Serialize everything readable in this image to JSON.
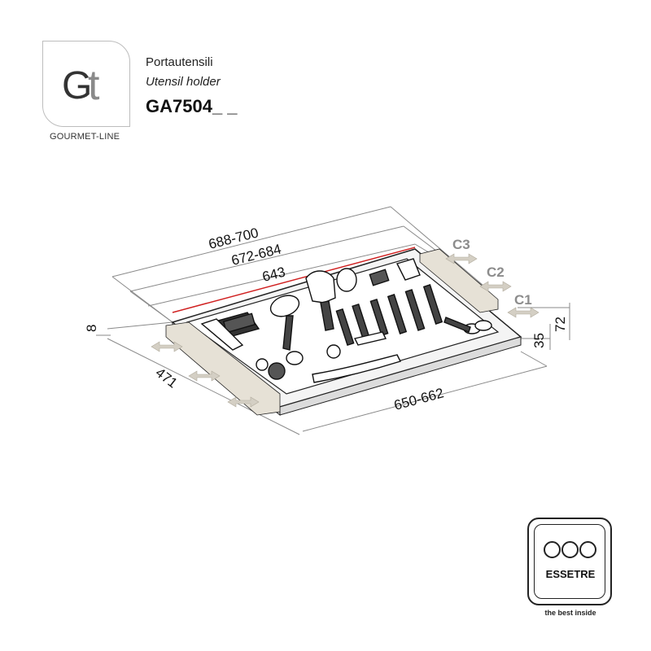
{
  "header": {
    "brand_mark_left": "G",
    "brand_mark_right": "t",
    "brand_name": "GOURMET-LINE",
    "title_it": "Portautensili",
    "title_en": "Utensil holder",
    "product_code": "GA7504_ _"
  },
  "dimensions": {
    "overall_width": "688-700",
    "inner_width": "672-684",
    "tray_width": "643",
    "front_width": "650-662",
    "depth": "471",
    "thickness": "8",
    "height_low": "35",
    "height_high": "72"
  },
  "clearances": {
    "c1": "C1",
    "c2": "C2",
    "c3": "C3"
  },
  "footer": {
    "badge_word": "ESSETRE",
    "tagline": "the best inside"
  },
  "colors": {
    "line": "#222222",
    "dim_line": "#8a8a8a",
    "red_edge": "#d02020",
    "arrow_fill": "#d4cfc4",
    "rail": "#e6e1d6"
  }
}
